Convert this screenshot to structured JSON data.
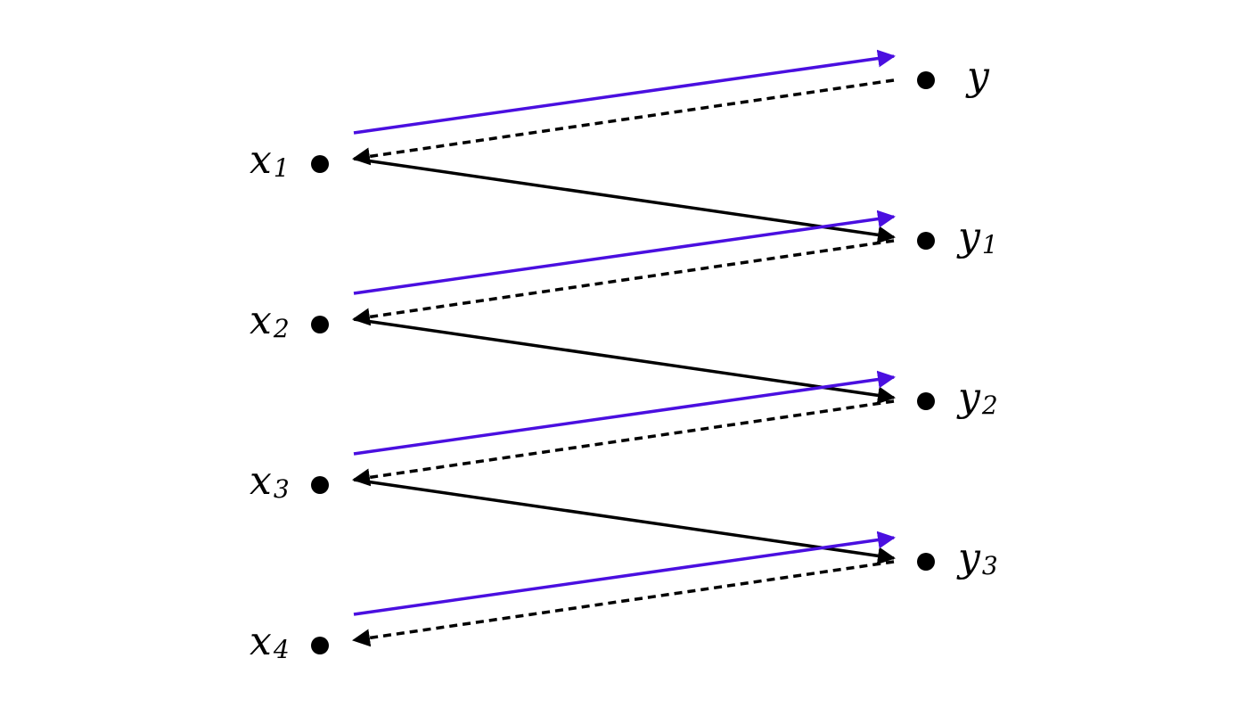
{
  "colors": {
    "purple_arrow": "#4a0fe0",
    "black_arrow": "#000000",
    "dot": "#000000",
    "background": "#ffffff"
  },
  "nodes": {
    "left": [
      {
        "id": "x1",
        "base": "x",
        "sub": "1"
      },
      {
        "id": "x2",
        "base": "x",
        "sub": "2"
      },
      {
        "id": "x3",
        "base": "x",
        "sub": "3"
      },
      {
        "id": "x4",
        "base": "x",
        "sub": "4"
      }
    ],
    "right": [
      {
        "id": "y",
        "base": "y",
        "sub": ""
      },
      {
        "id": "y1",
        "base": "y",
        "sub": "1"
      },
      {
        "id": "y2",
        "base": "y",
        "sub": "2"
      },
      {
        "id": "y3",
        "base": "y",
        "sub": "3"
      }
    ]
  },
  "edges": [
    {
      "from": "x1",
      "to": "y",
      "style": "solid-purple"
    },
    {
      "from": "y",
      "to": "x1",
      "style": "dashed-black"
    },
    {
      "from": "x1",
      "to": "y1",
      "style": "solid-black"
    },
    {
      "from": "x2",
      "to": "y1",
      "style": "solid-purple"
    },
    {
      "from": "y1",
      "to": "x2",
      "style": "dashed-black"
    },
    {
      "from": "x2",
      "to": "y2",
      "style": "solid-black"
    },
    {
      "from": "x3",
      "to": "y2",
      "style": "solid-purple"
    },
    {
      "from": "y2",
      "to": "x3",
      "style": "dashed-black"
    },
    {
      "from": "x3",
      "to": "y3",
      "style": "solid-black"
    },
    {
      "from": "x4",
      "to": "y3",
      "style": "solid-purple"
    },
    {
      "from": "y3",
      "to": "x4",
      "style": "dashed-black"
    }
  ]
}
